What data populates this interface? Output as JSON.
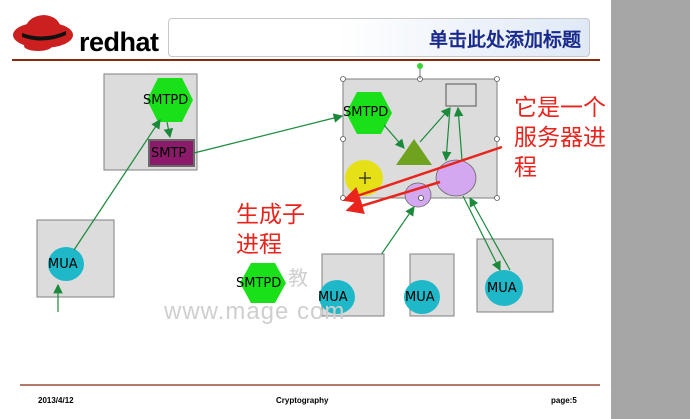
{
  "header": {
    "logo_text": "redhat",
    "title": "单击此处添加标题"
  },
  "diagram": {
    "nodes": {
      "smtpd_left": "SMTPD",
      "smtp_left": "SMTP",
      "mua_left": "MUA",
      "smtpd_right": "SMTPD",
      "smtpd_bottom": "SMTPD",
      "mua_mid": "MUA",
      "mua_mid2": "MUA",
      "mua_right": "MUA"
    },
    "annotations": {
      "server_process": "它是一个服务器进程",
      "child_process": "生成子进程"
    },
    "watermark": {
      "cn": "教",
      "url": "www.mage  com"
    }
  },
  "footer": {
    "date": "2013/4/12",
    "title": "Cryptography",
    "page_label": "page:",
    "page_number": "5"
  },
  "colors": {
    "hexagon": "#19e019",
    "circle": "#1fb8c8",
    "smtp_box": "#8b1a6b",
    "gray_box": "#dcdcdc",
    "arrow_green": "#1a8a3a",
    "arrow_red": "#e8241c",
    "lilac": "#d4a8f0",
    "olive": "#6fa31f",
    "yellow": "#e6e017"
  }
}
